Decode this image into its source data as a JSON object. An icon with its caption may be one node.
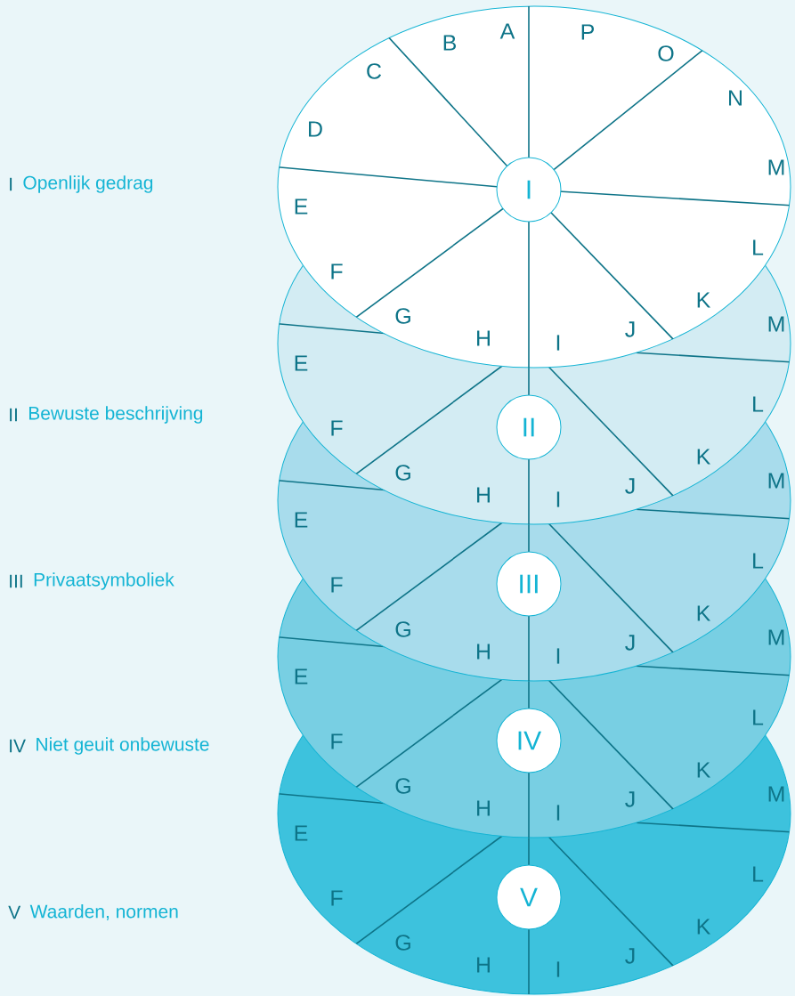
{
  "diagram": {
    "nodes": [
      {
        "text": [
          "I"
        ]
      },
      {
        "text": [
          "II"
        ]
      },
      {
        "text": [
          "III"
        ]
      },
      {
        "text": [
          "IV"
        ]
      },
      {
        "text": [
          "V"
        ]
      }
    ],
    "labels": [
      "A",
      "B",
      "C",
      "D",
      "E",
      "F",
      "G",
      "H",
      "I",
      "J",
      "K",
      "L",
      "M",
      "N",
      "O",
      "P",
      "E",
      "F",
      "G",
      "H",
      "I",
      "J",
      "K",
      "L",
      "M",
      "E",
      "F",
      "G",
      "H",
      "I",
      "J",
      "K",
      "L",
      "M",
      "E",
      "F",
      "G",
      "H",
      "I",
      "J",
      "K",
      "L",
      "M",
      "E",
      "F",
      "G",
      "H",
      "I",
      "J",
      "K",
      "L",
      "M",
      "I",
      "Openlijk gedrag",
      "II",
      "Bewuste beschrijving",
      "III",
      "Privaatsymboliek",
      "IV",
      "Niet geuit onbewuste",
      "V",
      "Waarden, normen"
    ]
  }
}
